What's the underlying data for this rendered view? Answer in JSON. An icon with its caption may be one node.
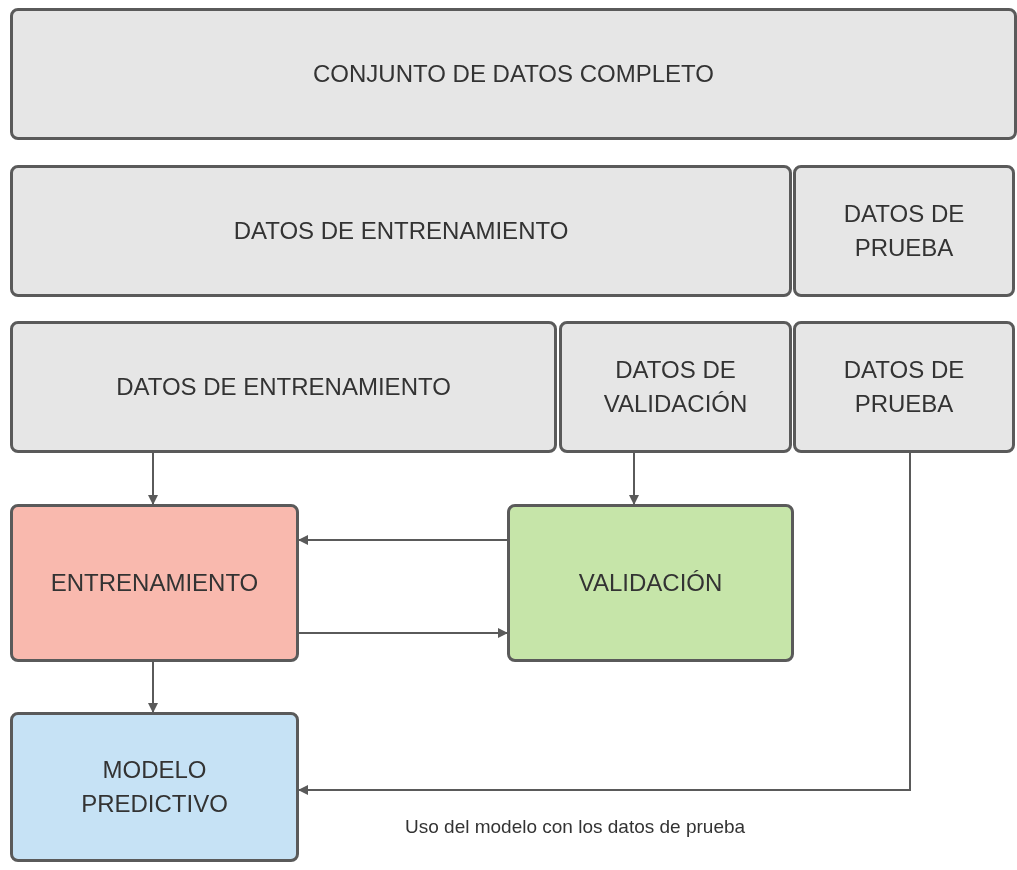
{
  "diagram": {
    "nodes": [
      {
        "text": [
          "CONJUNTO DE DATOS COMPLETO"
        ]
      },
      {
        "text": [
          "DATOS DE ENTRENAMIENTO"
        ]
      },
      {
        "text": [
          "DATOS DE PRUEBA"
        ]
      },
      {
        "text": [
          "DATOS DE ENTRENAMIENTO"
        ]
      },
      {
        "text": [
          "DATOS DE VALIDACIÓN"
        ]
      },
      {
        "text": [
          "DATOS DE PRUEBA"
        ]
      },
      {
        "text": [
          "ENTRENAMIENTO"
        ]
      },
      {
        "text": [
          "VALIDACIÓN"
        ]
      },
      {
        "text": [
          "MODELO PREDICTIVO"
        ]
      }
    ],
    "edges": [
      {
        "from": 3,
        "to": 6,
        "arrow": "to"
      },
      {
        "from": 4,
        "to": 7,
        "arrow": "to"
      },
      {
        "from": 7,
        "to": 6,
        "arrow": "to"
      },
      {
        "from": 6,
        "to": 7,
        "arrow": "to"
      },
      {
        "from": 6,
        "to": 8,
        "arrow": "to"
      },
      {
        "from": 5,
        "to": 8,
        "arrow": "to",
        "label": "Uso del modelo con los datos de prueba"
      }
    ]
  }
}
